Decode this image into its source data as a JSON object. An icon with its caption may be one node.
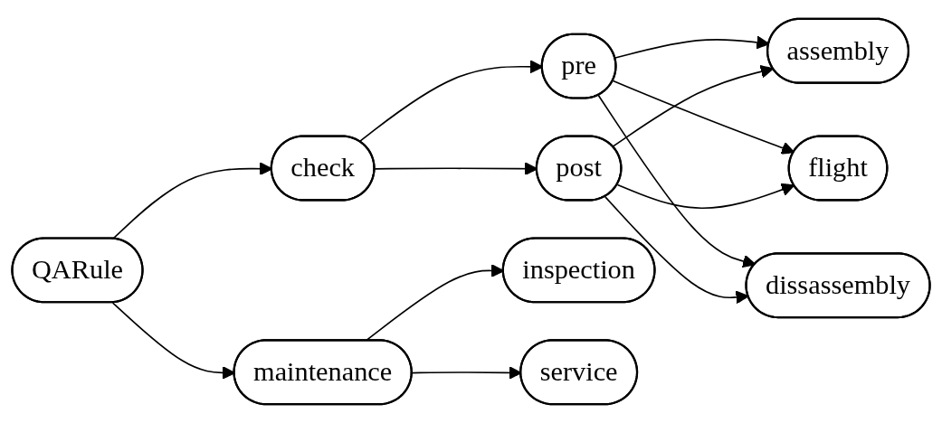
{
  "diagram": {
    "nodes": [
      {
        "text": [
          "QARule"
        ]
      },
      {
        "text": [
          "check"
        ]
      },
      {
        "text": [
          "maintenance"
        ]
      },
      {
        "text": [
          "pre"
        ]
      },
      {
        "text": [
          "post"
        ]
      },
      {
        "text": [
          "assembly"
        ]
      },
      {
        "text": [
          "flight"
        ]
      },
      {
        "text": [
          "dissassembly"
        ]
      },
      {
        "text": [
          "inspection"
        ]
      },
      {
        "text": [
          "service"
        ]
      }
    ],
    "edges": [
      {
        "from": 0,
        "to": 1,
        "arrow": "to"
      },
      {
        "from": 0,
        "to": 2,
        "arrow": "to"
      },
      {
        "from": 1,
        "to": 3,
        "arrow": "to"
      },
      {
        "from": 1,
        "to": 4,
        "arrow": "to"
      },
      {
        "from": 3,
        "to": 5,
        "arrow": "to"
      },
      {
        "from": 3,
        "to": 6,
        "arrow": "to"
      },
      {
        "from": 3,
        "to": 7,
        "arrow": "to"
      },
      {
        "from": 4,
        "to": 5,
        "arrow": "to"
      },
      {
        "from": 4,
        "to": 6,
        "arrow": "to"
      },
      {
        "from": 4,
        "to": 7,
        "arrow": "to"
      },
      {
        "from": 2,
        "to": 8,
        "arrow": "to"
      },
      {
        "from": 2,
        "to": 9,
        "arrow": "to"
      }
    ]
  }
}
